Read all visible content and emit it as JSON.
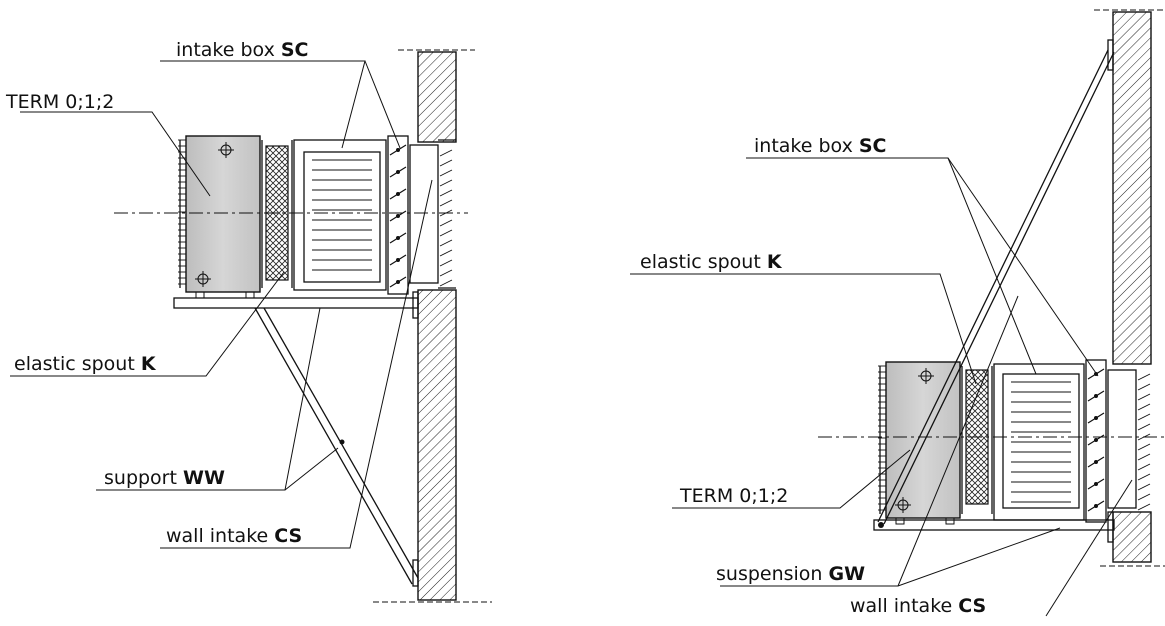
{
  "left": {
    "term_label": "TERM 0;1;2",
    "intake_box": {
      "text": "intake box ",
      "code": "SC"
    },
    "elastic_spout": {
      "text": "elastic spout ",
      "code": "K"
    },
    "support": {
      "text": "support ",
      "code": "WW"
    },
    "wall_intake": {
      "text": "wall intake ",
      "code": "CS"
    }
  },
  "right": {
    "intake_box": {
      "text": "intake box ",
      "code": "SC"
    },
    "elastic_spout": {
      "text": "elastic spout  ",
      "code": "K"
    },
    "term_label": "TERM 0;1;2",
    "suspension": {
      "text": "suspension ",
      "code": "GW"
    },
    "wall_intake": {
      "text": "wall intake ",
      "code": "CS"
    }
  },
  "colors": {
    "heater_fill": "#c8c8c8",
    "line": "#111111",
    "background": "#ffffff"
  }
}
